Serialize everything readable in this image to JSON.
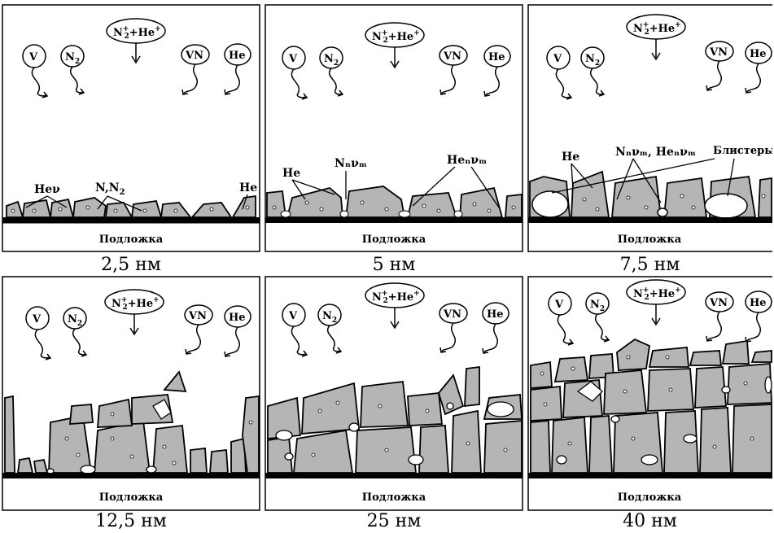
{
  "species": {
    "v": "V",
    "n2": "N",
    "n2_sub": "2",
    "vn": "VN",
    "he": "He",
    "ion_n": "N",
    "ion_n_sub": "2",
    "ion_n_sup": "+",
    "ion_rest": "+He",
    "ion_he_sup": "+"
  },
  "substrate_label": "Подложка",
  "panels": [
    {
      "caption": "2,5 нм",
      "labels": {
        "hev": "Heν",
        "nn2": "N,N",
        "nn2_sub": "2",
        "he": "He"
      }
    },
    {
      "caption": "5 нм",
      "labels": {
        "he": "He",
        "nnvm": "Nₙνₘ",
        "henvm": "Heₙνₘ"
      }
    },
    {
      "caption": "7,5 нм",
      "labels": {
        "he": "He",
        "nnvm_henvm": "Nₙνₘ, Heₙνₘ",
        "blisters": "Блистеры"
      }
    },
    {
      "caption": "12,5 нм"
    },
    {
      "caption": "25 нм"
    },
    {
      "caption": "40 нм"
    }
  ]
}
